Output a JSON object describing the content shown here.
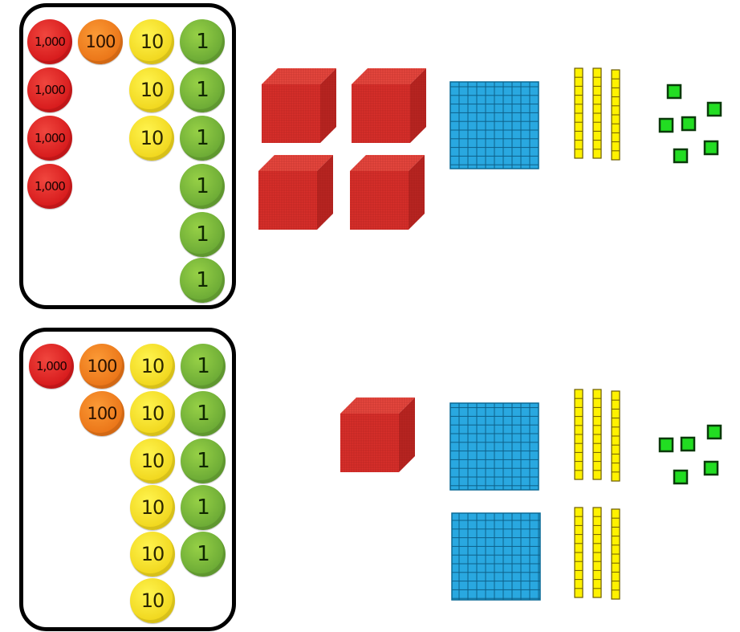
{
  "disc_labels": {
    "thousand": "1,000",
    "hundred": "100",
    "ten": "10",
    "one": "1"
  },
  "colors": {
    "thousand_disc": "#e02424",
    "hundred_disc": "#f08a23",
    "ten_disc": "#f7e236",
    "one_disc": "#7dbd3b",
    "thousand_cube": "#d9302b",
    "hundred_flat": "#29a8e0",
    "ten_rod": "#fff200",
    "unit_cube": "#22dd22"
  },
  "top_model": {
    "discs": {
      "thousands": 4,
      "hundreds": 1,
      "tens": 3,
      "ones": 6
    },
    "blocks": {
      "thousand_cubes": 4,
      "hundred_flats": 1,
      "ten_rods": 3,
      "unit_cubes": 6
    }
  },
  "bottom_model": {
    "discs": {
      "thousands": 1,
      "hundreds": 2,
      "tens": 6,
      "ones": 5
    },
    "blocks": {
      "thousand_cubes": 1,
      "hundred_flats": 2,
      "ten_rods": 6,
      "unit_cubes": 5
    }
  }
}
